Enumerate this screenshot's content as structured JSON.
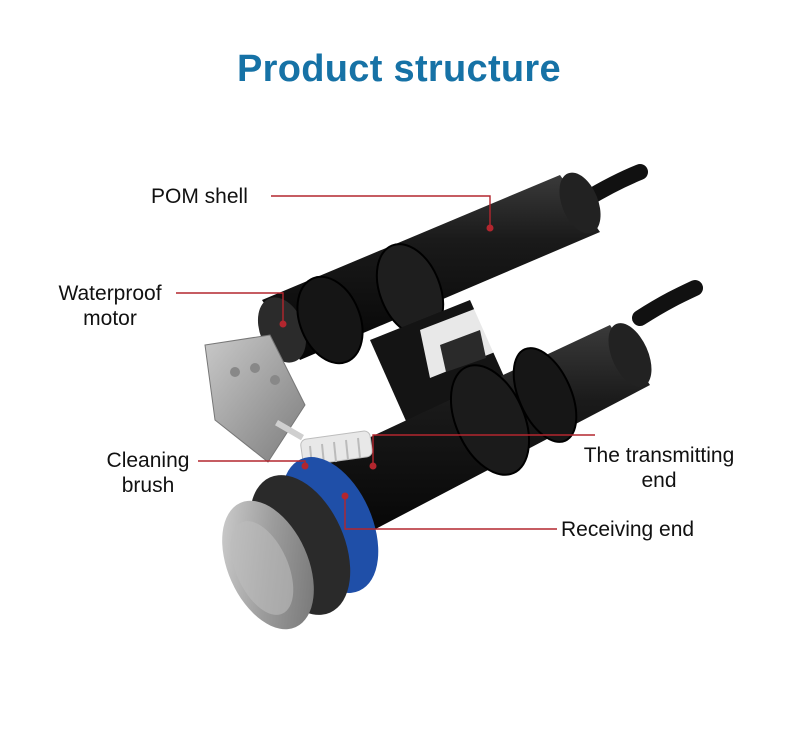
{
  "title": "Product structure",
  "labels": {
    "pom_shell": "POM shell",
    "waterproof_motor_line1": "Waterproof",
    "waterproof_motor_line2": "motor",
    "cleaning_brush_line1": "Cleaning",
    "cleaning_brush_line2": "brush",
    "transmitting_end_line1": "The transmitting",
    "transmitting_end_line2": "end",
    "receiving_end": "Receiving end"
  },
  "colors": {
    "title": "#1672a6",
    "leader_line": "#b3262e",
    "body": "#1c1c1c",
    "blue_ring": "#1f4fa8",
    "metal": "#a8a8a8"
  }
}
